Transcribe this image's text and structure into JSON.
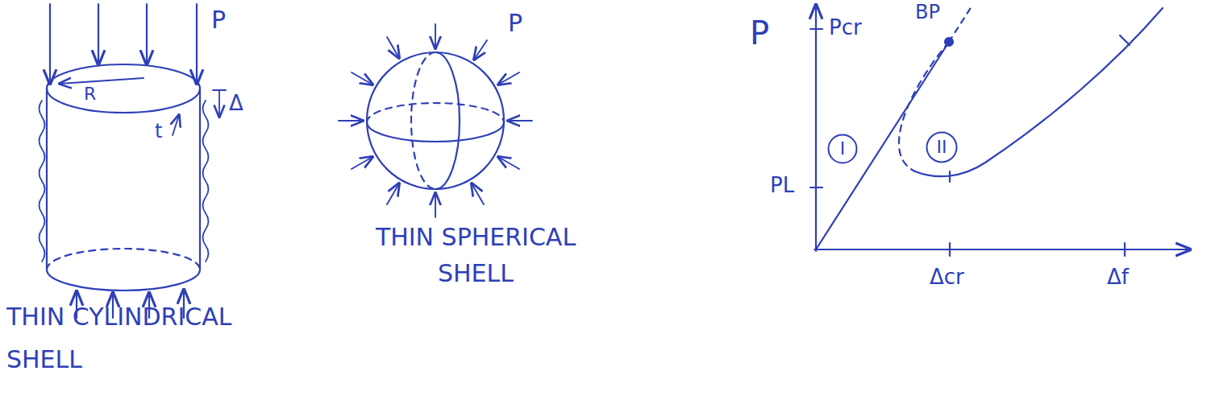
{
  "diagram": {
    "nodes": [
      {
        "text": [
          "I"
        ]
      },
      {
        "text": [
          "II"
        ]
      }
    ],
    "labels": [
      "P",
      "R",
      "t",
      "Δ",
      "THIN CYLINDRICAL SHELL",
      "P",
      "THIN SPHERICAL SHELL",
      "P",
      "Pcr",
      "BP",
      "PL",
      "Δcr",
      "Δf"
    ]
  }
}
